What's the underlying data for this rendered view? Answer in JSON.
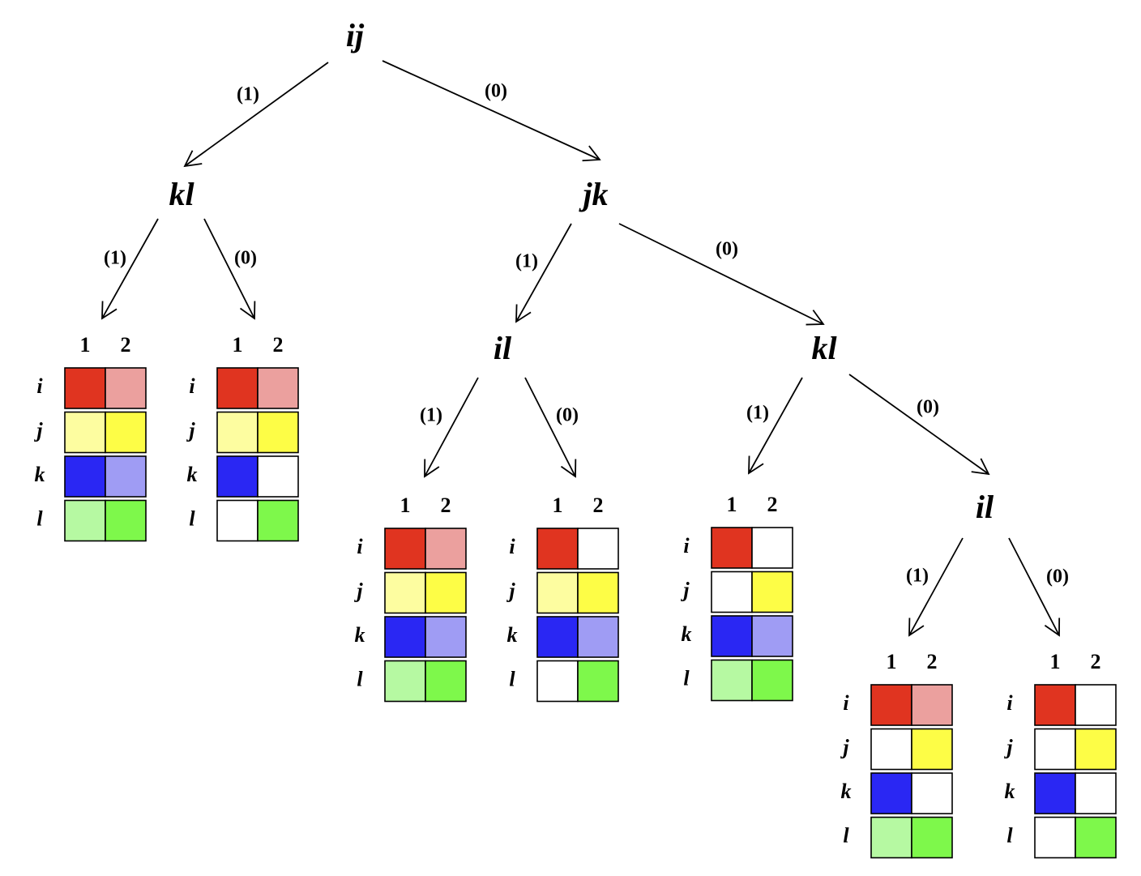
{
  "colors": {
    "red_dark": "#e03420",
    "red_light": "#eba09e",
    "yellow_light": "#fdfda0",
    "yellow_dark": "#fdfd46",
    "blue_dark": "#2a27f3",
    "blue_light": "#9f9cf4",
    "green_light": "#b6f9a2",
    "green_dark": "#7ef84b",
    "empty": "#ffffff"
  },
  "nodes": [
    {
      "id": "n0",
      "label": "ij"
    },
    {
      "id": "n1",
      "label": "kl"
    },
    {
      "id": "n2",
      "label": "jk"
    },
    {
      "id": "n3",
      "label": "il"
    },
    {
      "id": "n4",
      "label": "kl"
    },
    {
      "id": "n5",
      "label": "il"
    }
  ],
  "edges": [
    {
      "from": "n0",
      "to": "n1",
      "label": "(1)"
    },
    {
      "from": "n0",
      "to": "n2",
      "label": "(0)"
    },
    {
      "from": "n1",
      "to": "t0",
      "label": "(1)"
    },
    {
      "from": "n1",
      "to": "t1",
      "label": "(0)"
    },
    {
      "from": "n2",
      "to": "n3",
      "label": "(1)"
    },
    {
      "from": "n2",
      "to": "n4",
      "label": "(0)"
    },
    {
      "from": "n3",
      "to": "t2",
      "label": "(1)"
    },
    {
      "from": "n3",
      "to": "t3",
      "label": "(0)"
    },
    {
      "from": "n4",
      "to": "t4",
      "label": "(1)"
    },
    {
      "from": "n4",
      "to": "n5",
      "label": "(0)"
    },
    {
      "from": "n5",
      "to": "t5",
      "label": "(1)"
    },
    {
      "from": "n5",
      "to": "t6",
      "label": "(0)"
    }
  ],
  "tables": {
    "column_headers": [
      "1",
      "2"
    ],
    "row_labels": [
      "i",
      "j",
      "k",
      "l"
    ],
    "items": [
      {
        "id": "t0",
        "cells": [
          [
            "red_dark",
            "red_light"
          ],
          [
            "yellow_light",
            "yellow_dark"
          ],
          [
            "blue_dark",
            "blue_light"
          ],
          [
            "green_light",
            "green_dark"
          ]
        ]
      },
      {
        "id": "t1",
        "cells": [
          [
            "red_dark",
            "red_light"
          ],
          [
            "yellow_light",
            "yellow_dark"
          ],
          [
            "blue_dark",
            "empty"
          ],
          [
            "empty",
            "green_dark"
          ]
        ]
      },
      {
        "id": "t2",
        "cells": [
          [
            "red_dark",
            "red_light"
          ],
          [
            "yellow_light",
            "yellow_dark"
          ],
          [
            "blue_dark",
            "blue_light"
          ],
          [
            "green_light",
            "green_dark"
          ]
        ]
      },
      {
        "id": "t3",
        "cells": [
          [
            "red_dark",
            "empty"
          ],
          [
            "yellow_light",
            "yellow_dark"
          ],
          [
            "blue_dark",
            "blue_light"
          ],
          [
            "empty",
            "green_dark"
          ]
        ]
      },
      {
        "id": "t4",
        "cells": [
          [
            "red_dark",
            "empty"
          ],
          [
            "empty",
            "yellow_dark"
          ],
          [
            "blue_dark",
            "blue_light"
          ],
          [
            "green_light",
            "green_dark"
          ]
        ]
      },
      {
        "id": "t5",
        "cells": [
          [
            "red_dark",
            "red_light"
          ],
          [
            "empty",
            "yellow_dark"
          ],
          [
            "blue_dark",
            "empty"
          ],
          [
            "green_light",
            "green_dark"
          ]
        ]
      },
      {
        "id": "t6",
        "cells": [
          [
            "red_dark",
            "empty"
          ],
          [
            "empty",
            "yellow_dark"
          ],
          [
            "blue_dark",
            "empty"
          ],
          [
            "empty",
            "green_dark"
          ]
        ]
      }
    ]
  }
}
